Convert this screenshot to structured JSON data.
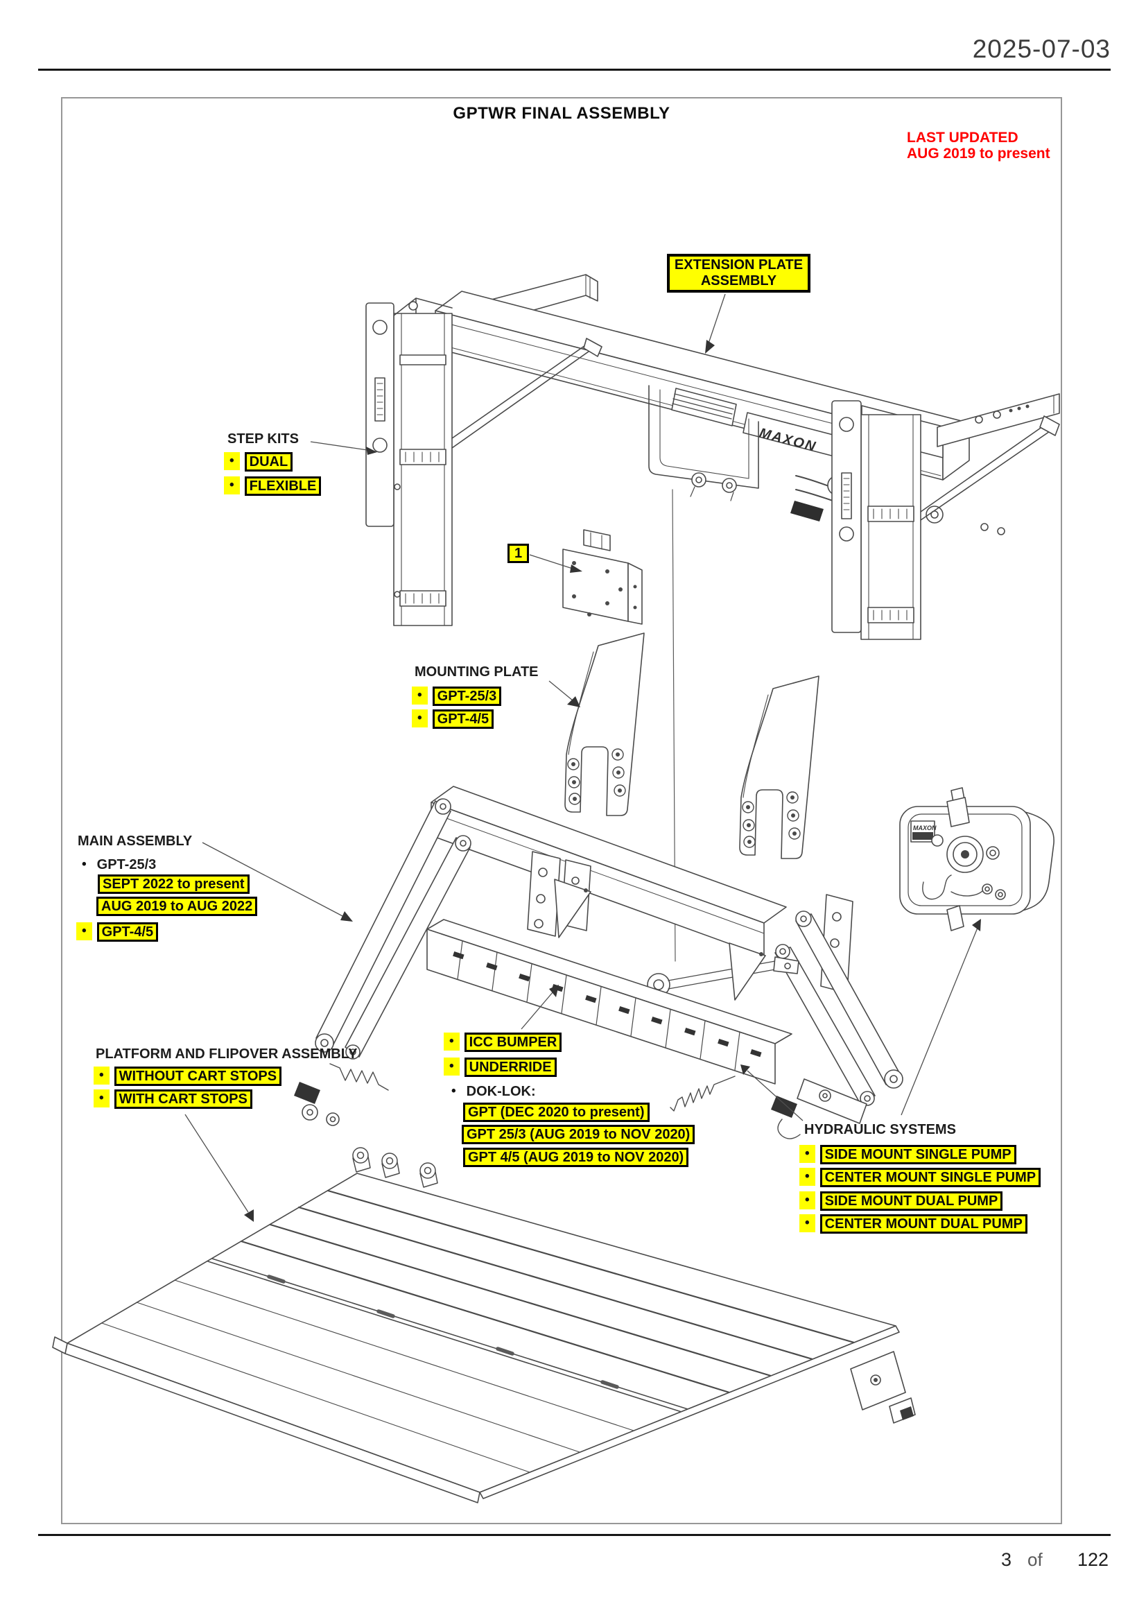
{
  "page": {
    "date": "2025-07-03",
    "footer": {
      "current": "3",
      "separator": "of",
      "total": "122"
    }
  },
  "ui": {
    "bullet": "•"
  },
  "diagram": {
    "title": "GPTWR FINAL ASSEMBLY",
    "last_updated_line1": "LAST UPDATED",
    "last_updated_line2": "AUG 2019 to present",
    "brand_logo": "MAXON",
    "colors": {
      "highlight": "#ffff00",
      "last_updated": "#ff0000"
    },
    "callouts": {
      "extension_plate": {
        "line1": "EXTENSION PLATE",
        "line2": "ASSEMBLY"
      },
      "step_kits": {
        "heading": "STEP KITS",
        "items": [
          "DUAL",
          "FLEXIBLE"
        ]
      },
      "item_1": {
        "label": "1"
      },
      "mounting_plate": {
        "heading": "MOUNTING PLATE",
        "items": [
          "GPT-25/3",
          "GPT-4/5"
        ]
      },
      "main_assembly": {
        "heading": "MAIN ASSEMBLY",
        "model_1": "GPT-25/3",
        "model_1_dates": [
          "SEPT 2022 to present",
          "AUG 2019 to AUG 2022"
        ],
        "model_2": "GPT-4/5"
      },
      "platform": {
        "heading": "PLATFORM AND FLIPOVER ASSEMBLY",
        "items": [
          "WITHOUT CART STOPS",
          "WITH CART STOPS"
        ]
      },
      "bumper_options": {
        "item_1": "ICC BUMPER",
        "item_2": "UNDERRIDE",
        "item_3": "DOK-LOK:",
        "dok_lok_models": [
          "GPT (DEC 2020 to present)",
          "GPT 25/3 (AUG 2019 to NOV 2020)",
          "GPT 4/5 (AUG 2019 to NOV 2020)"
        ]
      },
      "hydraulic": {
        "heading": "HYDRAULIC SYSTEMS",
        "items": [
          "SIDE MOUNT SINGLE PUMP",
          "CENTER MOUNT SINGLE PUMP",
          "SIDE MOUNT DUAL PUMP",
          "CENTER MOUNT DUAL PUMP"
        ]
      }
    }
  }
}
